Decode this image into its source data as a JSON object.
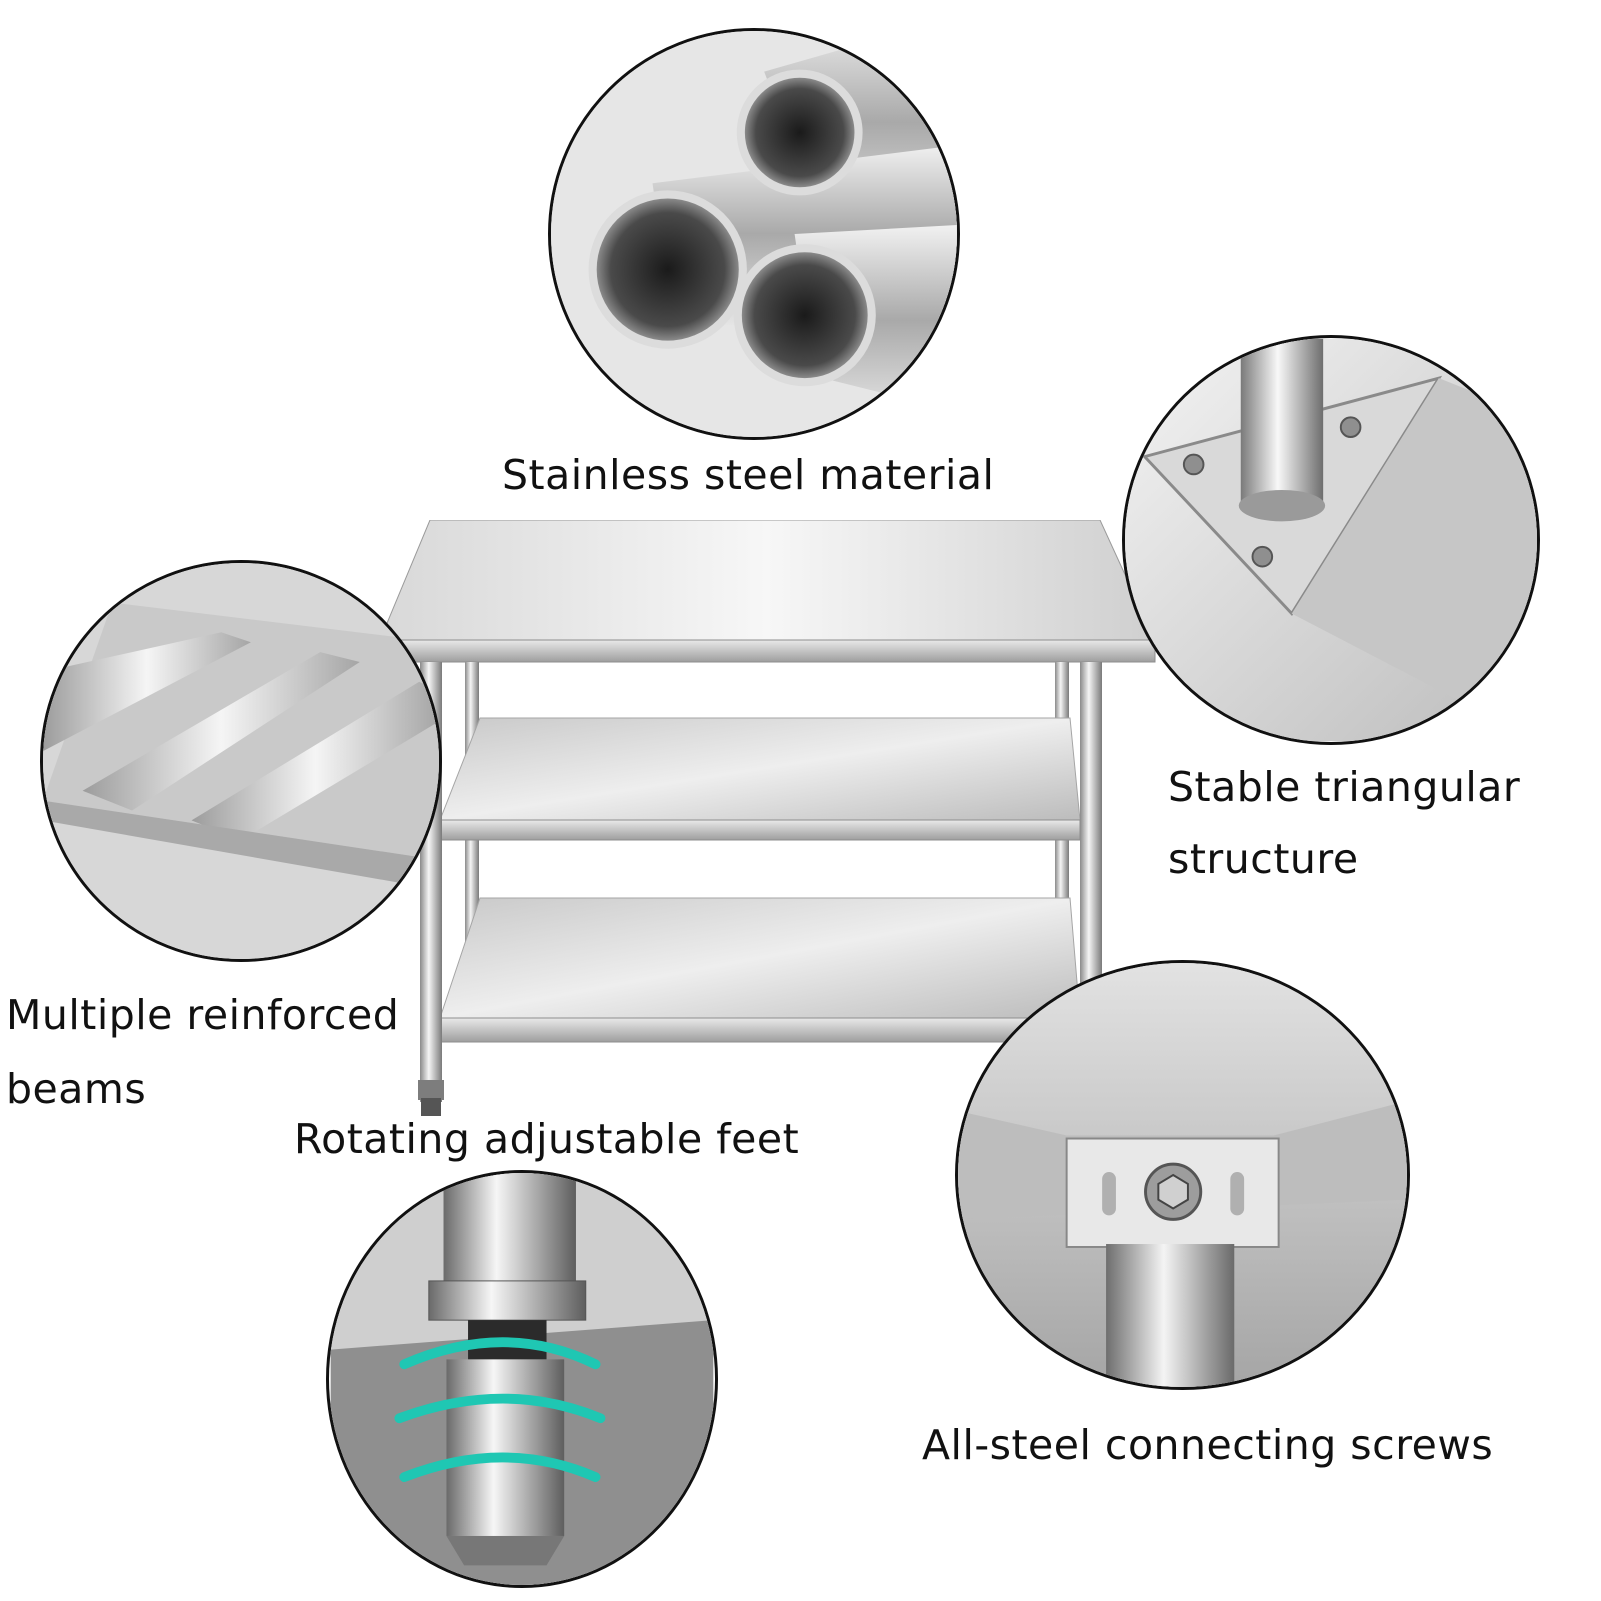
{
  "labels": {
    "stainless": "Stainless steel material",
    "triangular_line1": "Stable triangular",
    "triangular_line2": "structure",
    "beams_line1": "Multiple reinforced",
    "beams_line2": "beams",
    "feet": "Rotating adjustable feet",
    "screws": "All-steel connecting screws"
  },
  "colors": {
    "steel_light": "#f2f2f2",
    "steel_mid": "#bdbdbd",
    "steel_dark": "#5e5e5e",
    "accent_teal": "#1fc7b3",
    "outline": "#111111"
  },
  "icons": {
    "pipes": "steel-pipes-closeup",
    "triangle": "triangular-bracket-closeup",
    "beams": "reinforced-beams-closeup",
    "foot": "adjustable-foot-closeup",
    "screw": "connecting-screw-closeup",
    "table": "stainless-work-table"
  }
}
